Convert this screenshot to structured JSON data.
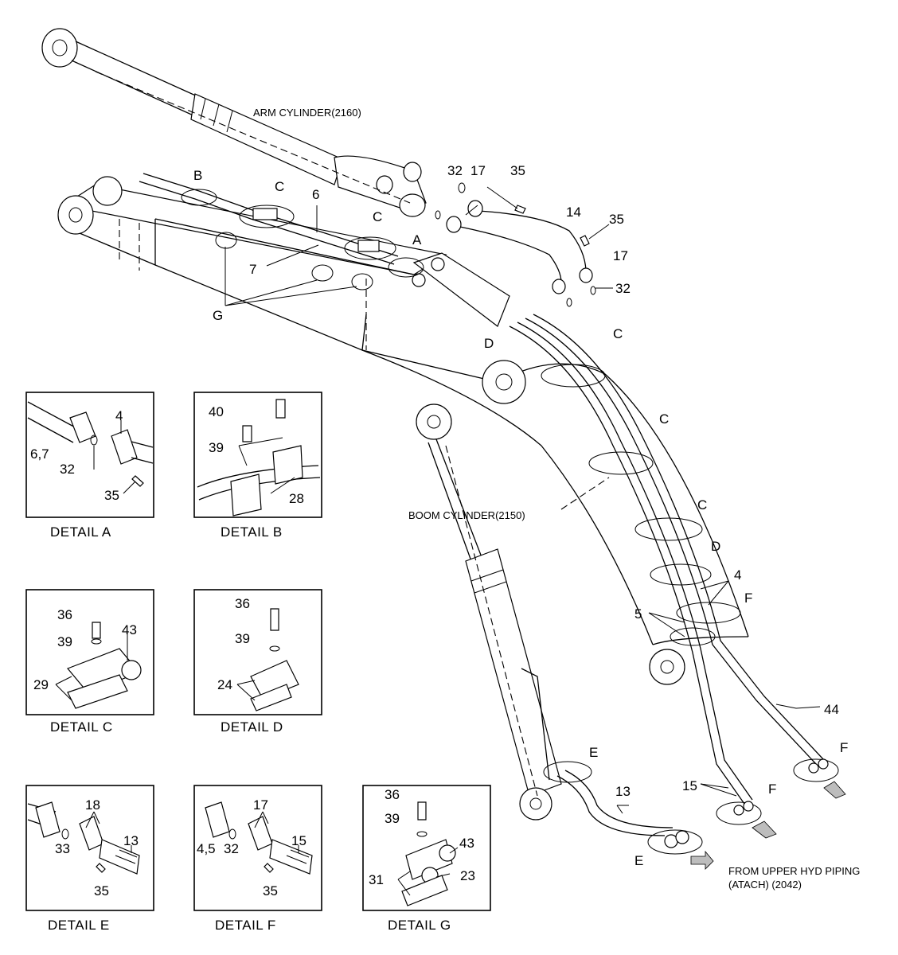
{
  "main_diagram": {
    "arm_cylinder_label": "ARM CYLINDER(2160)",
    "boom_cylinder_label": "BOOM CYLINDER(2150)",
    "from_upper_line1": "FROM UPPER HYD PIPING",
    "from_upper_line2": "(ATACH) (2042)",
    "callouts": {
      "B": "B",
      "C": "C",
      "A": "A",
      "D": "D",
      "E": "E",
      "F": "F",
      "G": "G",
      "n6": "6",
      "n7": "7",
      "n32": "32",
      "n17": "17",
      "n35": "35",
      "n14": "14",
      "n4": "4",
      "n5": "5",
      "n13": "13",
      "n15": "15",
      "n44": "44"
    }
  },
  "details": {
    "a": {
      "caption": "DETAIL  A",
      "labels": {
        "p4": "4",
        "p67": "6,7",
        "p32": "32",
        "p35": "35"
      }
    },
    "b": {
      "caption": "DETAIL  B",
      "labels": {
        "p40": "40",
        "p39": "39",
        "p28": "28"
      }
    },
    "c": {
      "caption": "DETAIL  C",
      "labels": {
        "p36": "36",
        "p39": "39",
        "p43": "43",
        "p29": "29"
      }
    },
    "d": {
      "caption": "DETAIL  D",
      "labels": {
        "p36": "36",
        "p39": "39",
        "p24": "24"
      }
    },
    "e": {
      "caption": "DETAIL  E",
      "labels": {
        "p18": "18",
        "p13": "13",
        "p33": "33",
        "p35": "35"
      }
    },
    "f": {
      "caption": "DETAIL  F",
      "labels": {
        "p17": "17",
        "p15": "15",
        "p45": "4,5",
        "p32": "32",
        "p35": "35"
      }
    },
    "g": {
      "caption": "DETAIL  G",
      "labels": {
        "p36": "36",
        "p39": "39",
        "p43": "43",
        "p31": "31",
        "p23": "23"
      }
    }
  }
}
